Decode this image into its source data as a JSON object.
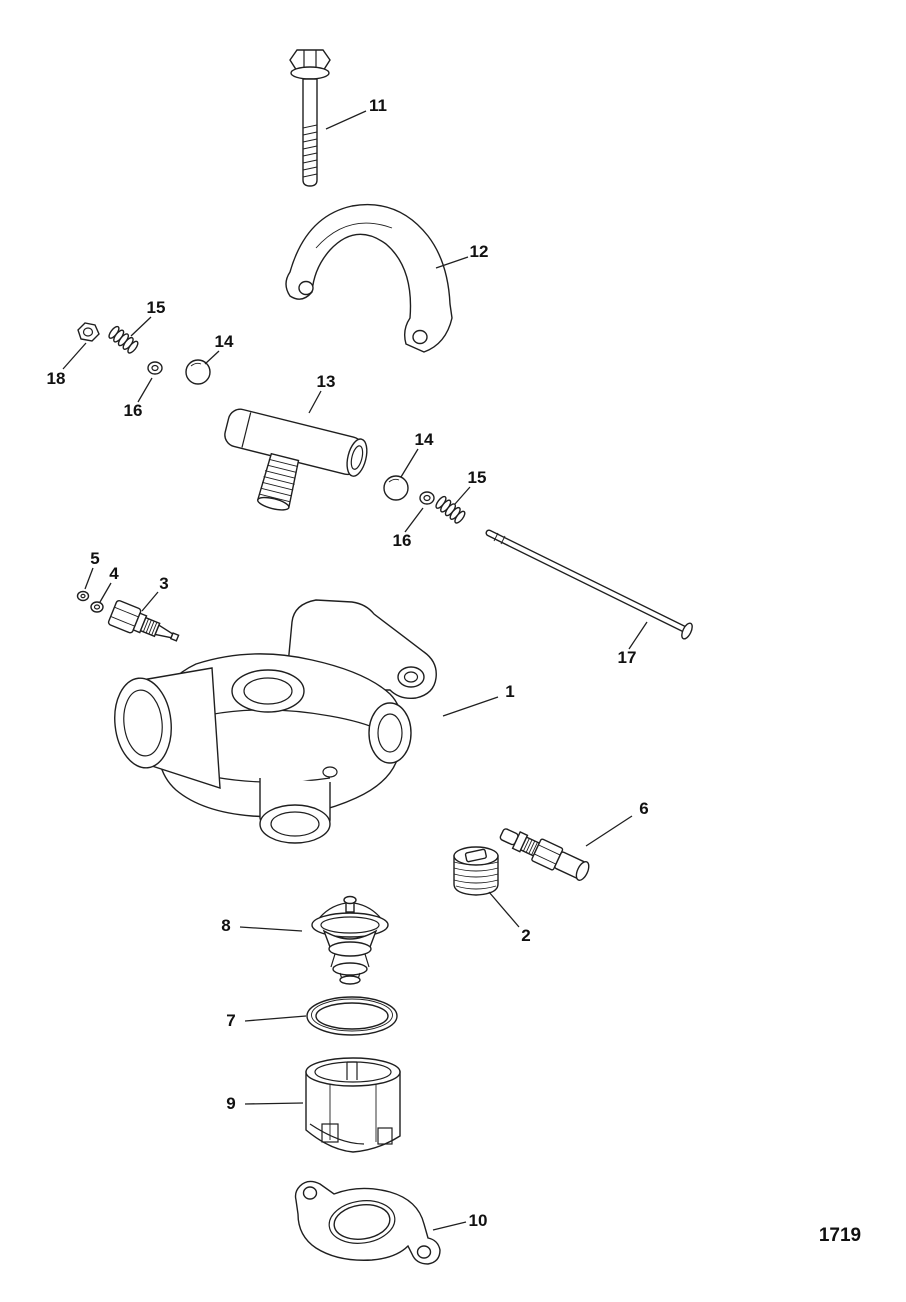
{
  "figure": {
    "number": "1719"
  },
  "colors": {
    "ink": "#1f1f1f",
    "background": "#ffffff"
  },
  "callouts": [
    {
      "label": "11"
    },
    {
      "label": "12"
    },
    {
      "label": "15"
    },
    {
      "label": "18"
    },
    {
      "label": "16"
    },
    {
      "label": "14"
    },
    {
      "label": "13"
    },
    {
      "label": "14"
    },
    {
      "label": "15"
    },
    {
      "label": "16"
    },
    {
      "label": "17"
    },
    {
      "label": "5"
    },
    {
      "label": "4"
    },
    {
      "label": "3"
    },
    {
      "label": "1"
    },
    {
      "label": "6"
    },
    {
      "label": "2"
    },
    {
      "label": "8"
    },
    {
      "label": "7"
    },
    {
      "label": "9"
    },
    {
      "label": "10"
    }
  ]
}
